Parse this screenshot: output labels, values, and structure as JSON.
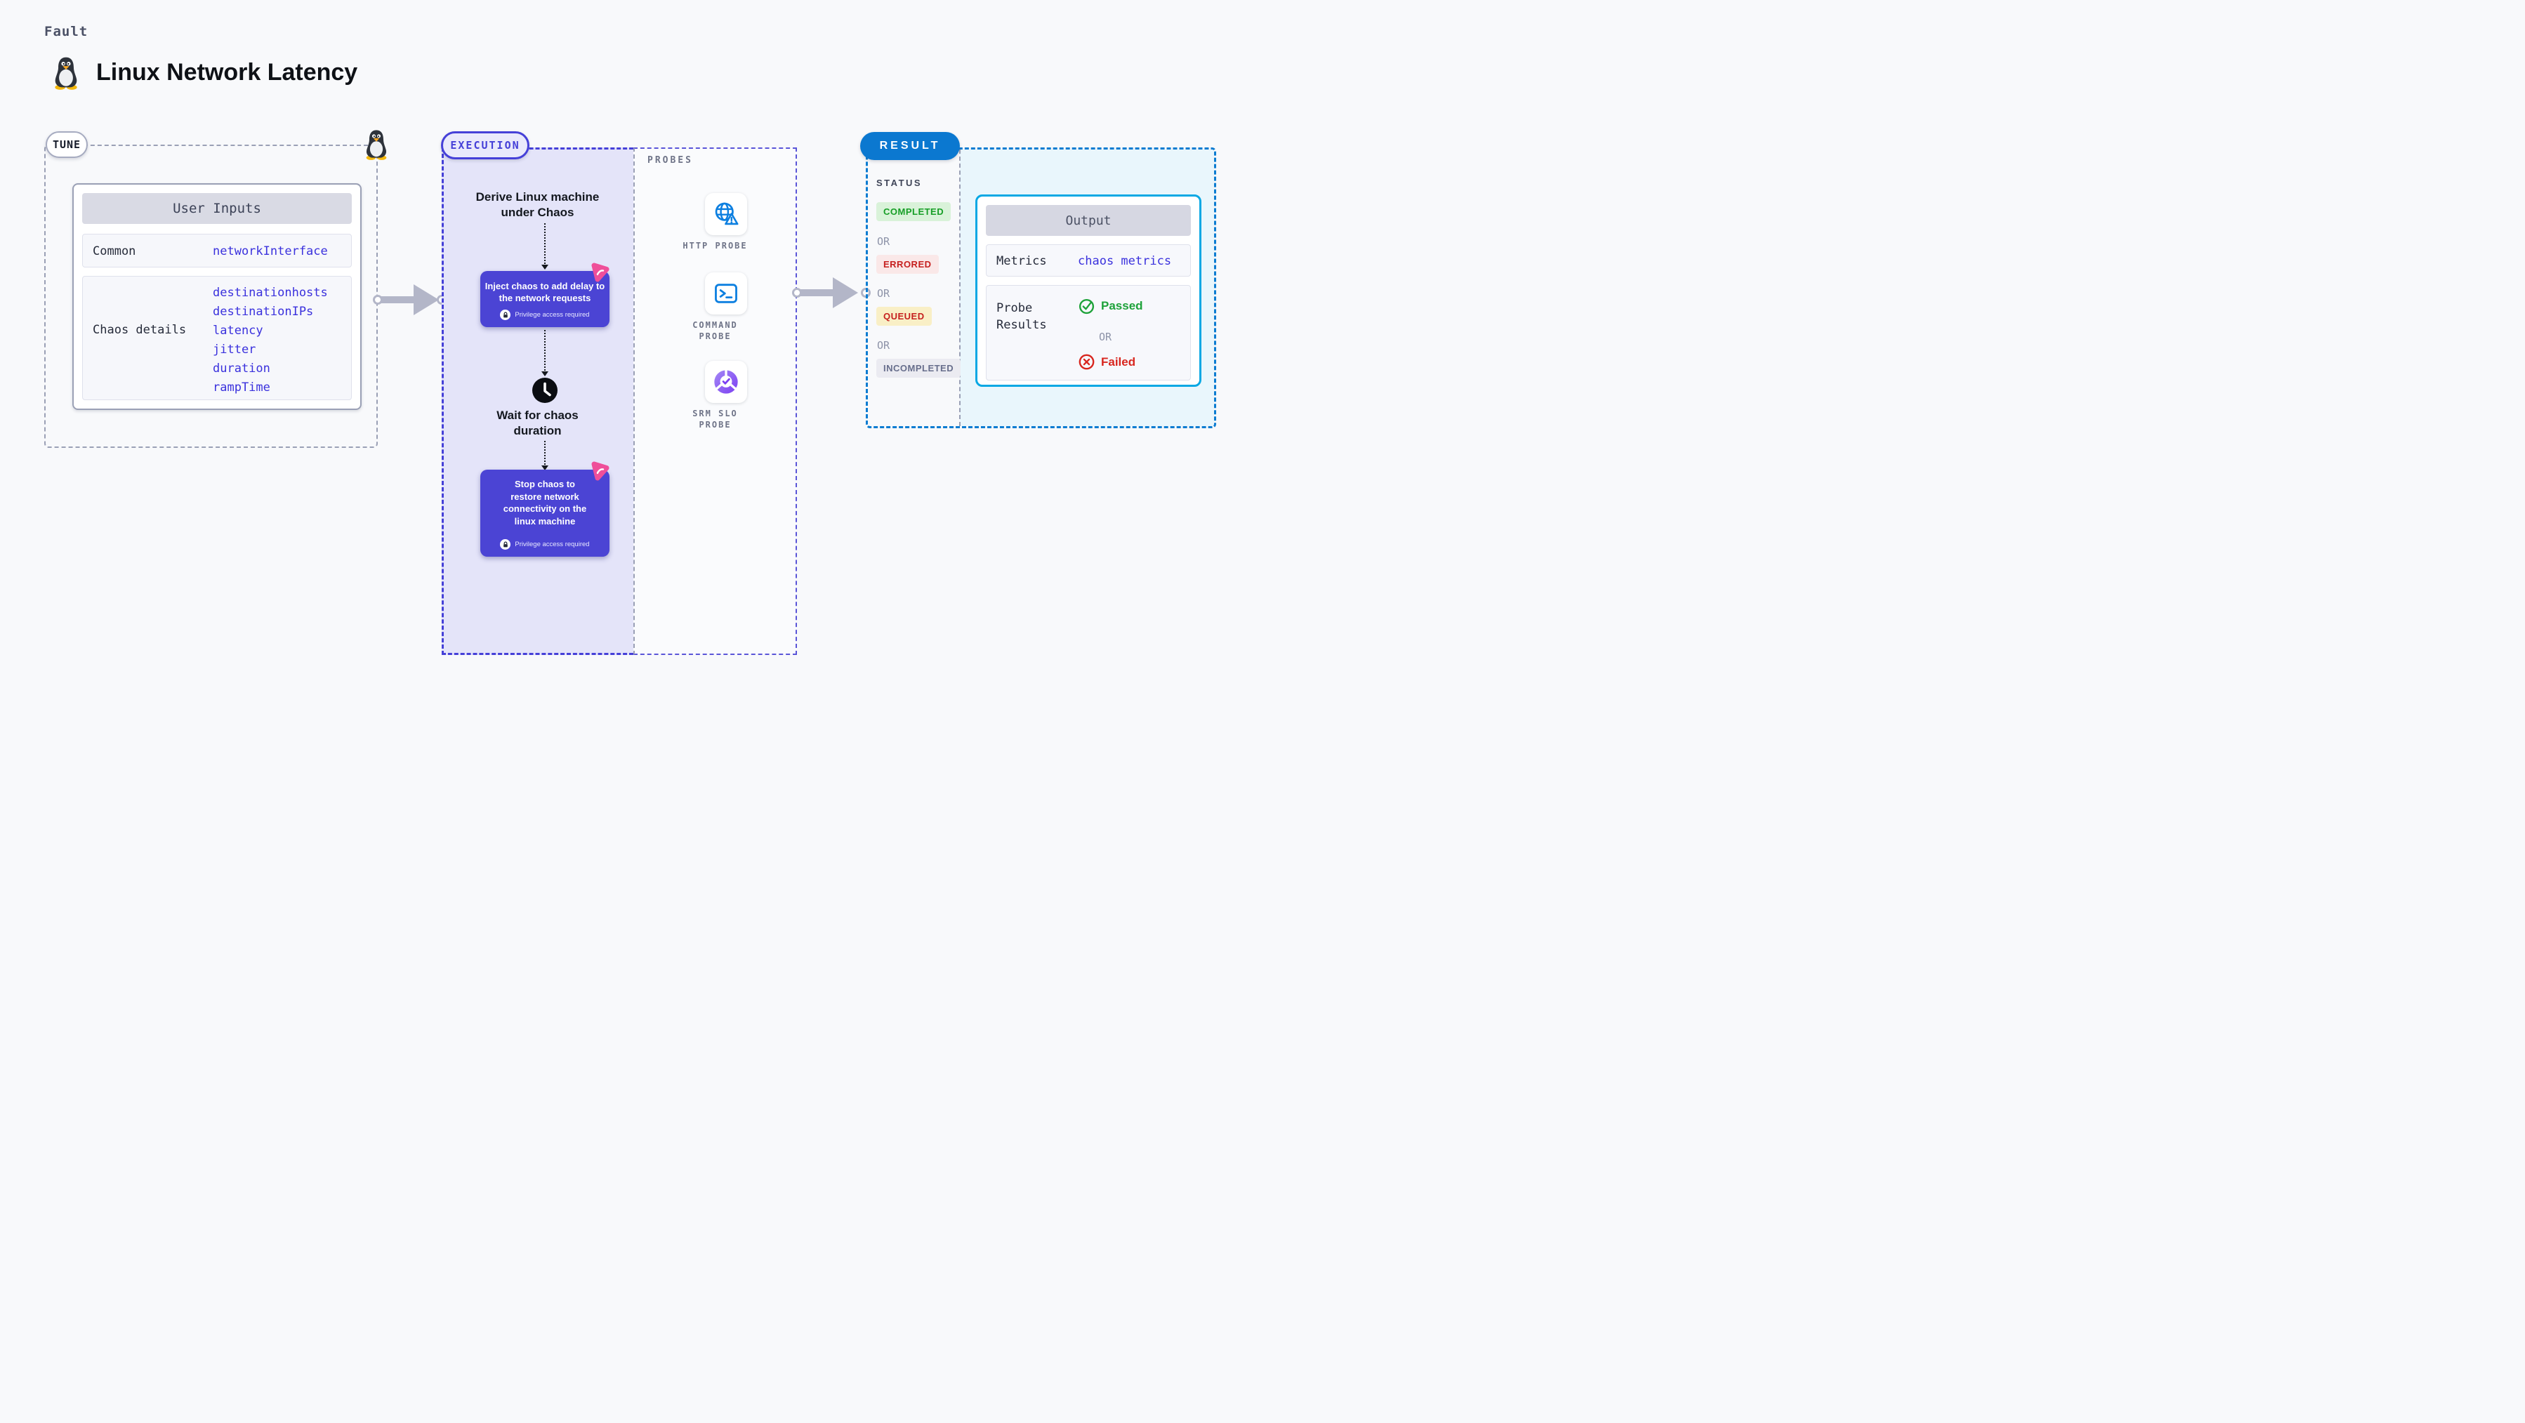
{
  "header": {
    "kicker": "Fault",
    "title": "Linux Network Latency"
  },
  "tune": {
    "pill": "TUNE",
    "card_title": "User Inputs",
    "rows": [
      {
        "label": "Common",
        "values": [
          "networkInterface"
        ]
      },
      {
        "label": "Chaos details",
        "values": [
          "destinationhosts",
          "destinationIPs",
          "latency",
          "jitter",
          "duration",
          "rampTime"
        ]
      }
    ]
  },
  "execution": {
    "pill": "EXECUTION",
    "derive_lines": [
      "Derive Linux machine",
      "under Chaos"
    ],
    "inject_lines": [
      "Inject chaos to add delay to",
      "the network requests"
    ],
    "wait_lines": [
      "Wait for chaos",
      "duration"
    ],
    "stop_lines": [
      "Stop chaos to",
      "restore network",
      "connectivity on the",
      "linux machine"
    ],
    "privilege_text": "Privilege access required"
  },
  "probes": {
    "label": "PROBES",
    "items": [
      {
        "lines": [
          "HTTP PROBE",
          ""
        ],
        "icon": "globe-alert-icon"
      },
      {
        "lines": [
          "COMMAND",
          "PROBE"
        ],
        "icon": "terminal-icon"
      },
      {
        "lines": [
          "SRM SLO",
          "PROBE"
        ],
        "icon": "slo-pie-icon"
      }
    ]
  },
  "result": {
    "pill": "RESULT",
    "status_label": "STATUS",
    "or_label": "OR",
    "statuses": [
      {
        "label": "COMPLETED",
        "text_color": "#169e26",
        "bg_color": "#d9f2d9"
      },
      {
        "label": "ERRORED",
        "text_color": "#c6201f",
        "bg_color": "#fae8e8"
      },
      {
        "label": "QUEUED",
        "text_color": "#c6201f",
        "bg_color": "#f9efc6"
      },
      {
        "label": "INCOMPLETED",
        "text_color": "#676e8c",
        "bg_color": "#ebebf1"
      }
    ],
    "output": {
      "title": "Output",
      "metrics_label": "Metrics",
      "metrics_value": "chaos metrics",
      "probe_results_label": "Probe Results",
      "passed_label": "Passed",
      "failed_label": "Failed"
    }
  },
  "colors": {
    "accent_purple": "#4b44d4",
    "accent_blue": "#0b78d0",
    "accent_cyan": "#08a8e4",
    "value_blue": "#3a31dd",
    "passed_green": "#1ea23a",
    "failed_red": "#d8261f",
    "pink_badge": "#ef4f9a"
  }
}
